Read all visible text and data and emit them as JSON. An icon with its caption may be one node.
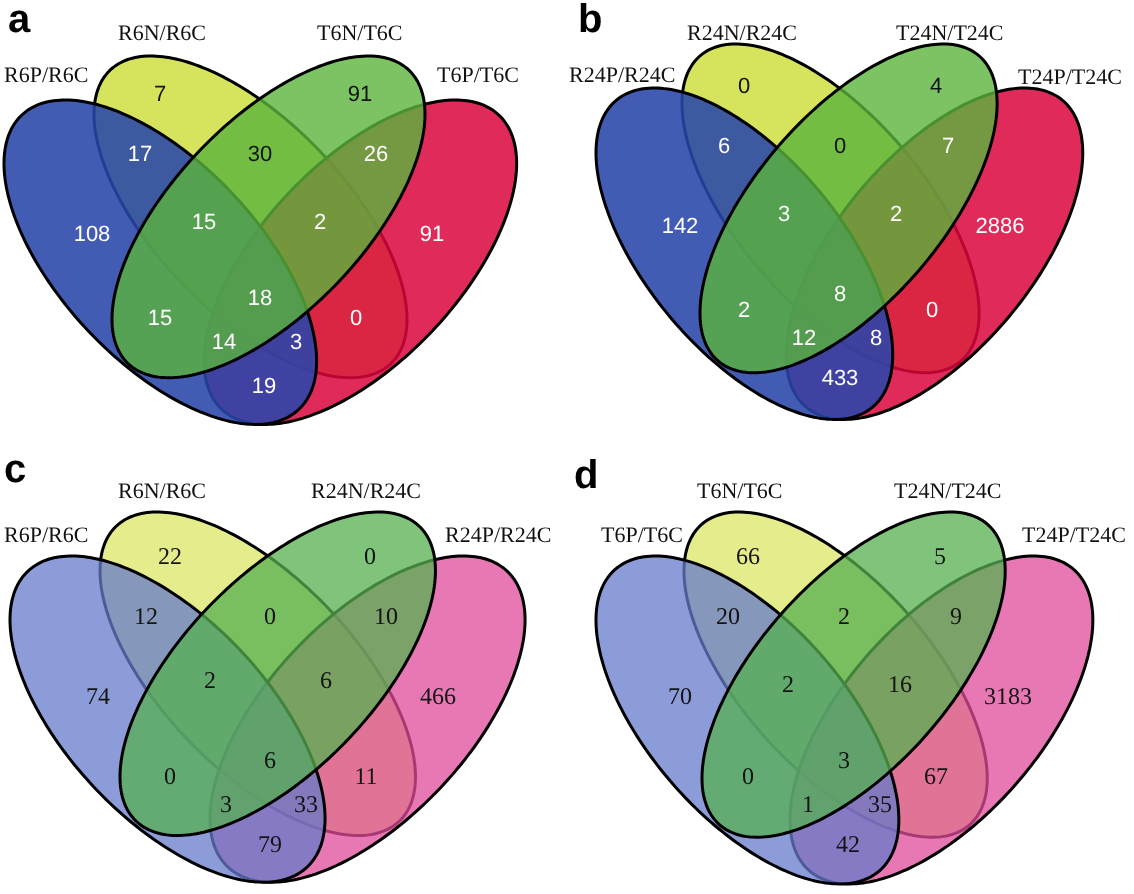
{
  "diagram": {
    "nodes": [
      {
        "text": [
          "R6P/R6C"
        ]
      },
      {
        "text": [
          "R6N/R6C"
        ]
      },
      {
        "text": [
          "T6N/T6C"
        ]
      },
      {
        "text": [
          "T6P/T6C"
        ]
      },
      {
        "text": [
          "R24P/R24C"
        ]
      },
      {
        "text": [
          "R24N/R24C"
        ]
      },
      {
        "text": [
          "T24N/T24C"
        ]
      },
      {
        "text": [
          "T24P/T24C"
        ]
      },
      {
        "text": [
          "R6P/R6C"
        ]
      },
      {
        "text": [
          "R6N/R6C"
        ]
      },
      {
        "text": [
          "R24N/R24C"
        ]
      },
      {
        "text": [
          "R24P/R24C"
        ]
      },
      {
        "text": [
          "T6P/T6C"
        ]
      },
      {
        "text": [
          "T6N/T6C"
        ]
      },
      {
        "text": [
          "T24N/T24C"
        ]
      },
      {
        "text": [
          "T24P/T24C"
        ]
      }
    ],
    "labels": [
      "a",
      "7",
      "91",
      "17",
      "30",
      "26",
      "108",
      "15",
      "2",
      "91",
      "15",
      "18",
      "0",
      "14",
      "3",
      "19",
      "b",
      "0",
      "4",
      "6",
      "0",
      "7",
      "142",
      "3",
      "2",
      "2886",
      "2",
      "8",
      "0",
      "12",
      "8",
      "433",
      "c",
      "22",
      "0",
      "12",
      "0",
      "10",
      "74",
      "2",
      "6",
      "466",
      "0",
      "6",
      "11",
      "3",
      "33",
      "79",
      "d",
      "66",
      "5",
      "20",
      "2",
      "9",
      "70",
      "2",
      "16",
      "3183",
      "0",
      "3",
      "67",
      "1",
      "35",
      "42"
    ]
  }
}
